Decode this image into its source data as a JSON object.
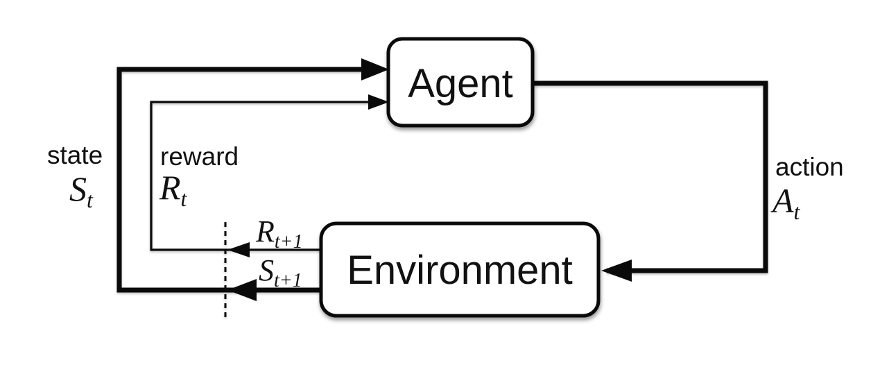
{
  "nodes": {
    "agent": "Agent",
    "environment": "Environment"
  },
  "labels": {
    "state": {
      "word": "state",
      "sym": "S",
      "sub": "t"
    },
    "reward": {
      "word": "reward",
      "sym": "R",
      "sub": "t"
    },
    "action": {
      "word": "action",
      "sym": "A",
      "sub": "t"
    },
    "next_reward": {
      "sym": "R",
      "sub": "t+1"
    },
    "next_state": {
      "sym": "S",
      "sub": "t+1"
    }
  },
  "colors": {
    "line": "#0a0a0a",
    "text": "#111111",
    "node_fill": "#ffffff",
    "background": "#ffffff"
  }
}
